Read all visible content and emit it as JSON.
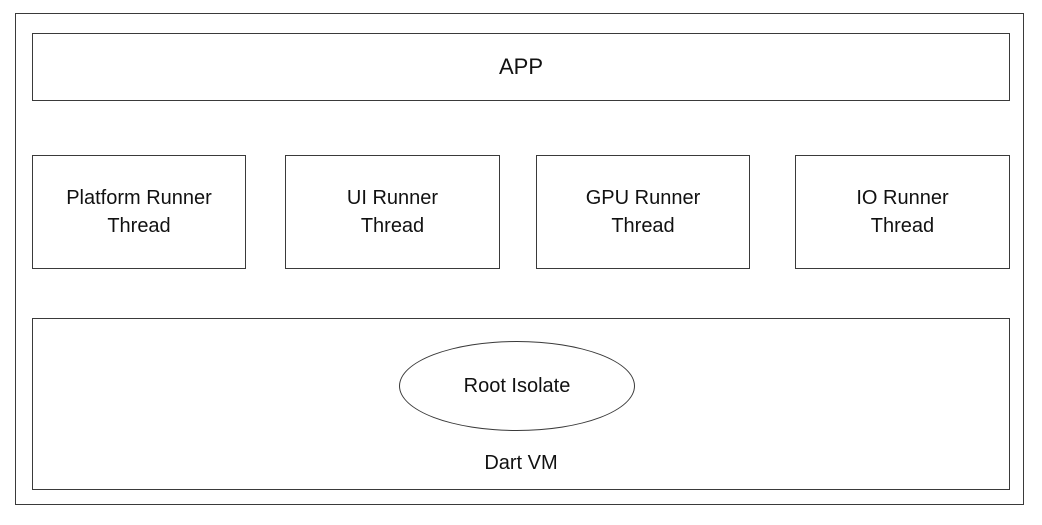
{
  "diagram": {
    "app": {
      "label": "APP"
    },
    "threads": [
      {
        "line1": "Platform Runner",
        "line2": "Thread"
      },
      {
        "line1": "UI Runner",
        "line2": "Thread"
      },
      {
        "line1": "GPU Runner",
        "line2": "Thread"
      },
      {
        "line1": "IO Runner",
        "line2": "Thread"
      }
    ],
    "dart_vm": {
      "label": "Dart VM",
      "root_isolate": "Root Isolate"
    }
  }
}
